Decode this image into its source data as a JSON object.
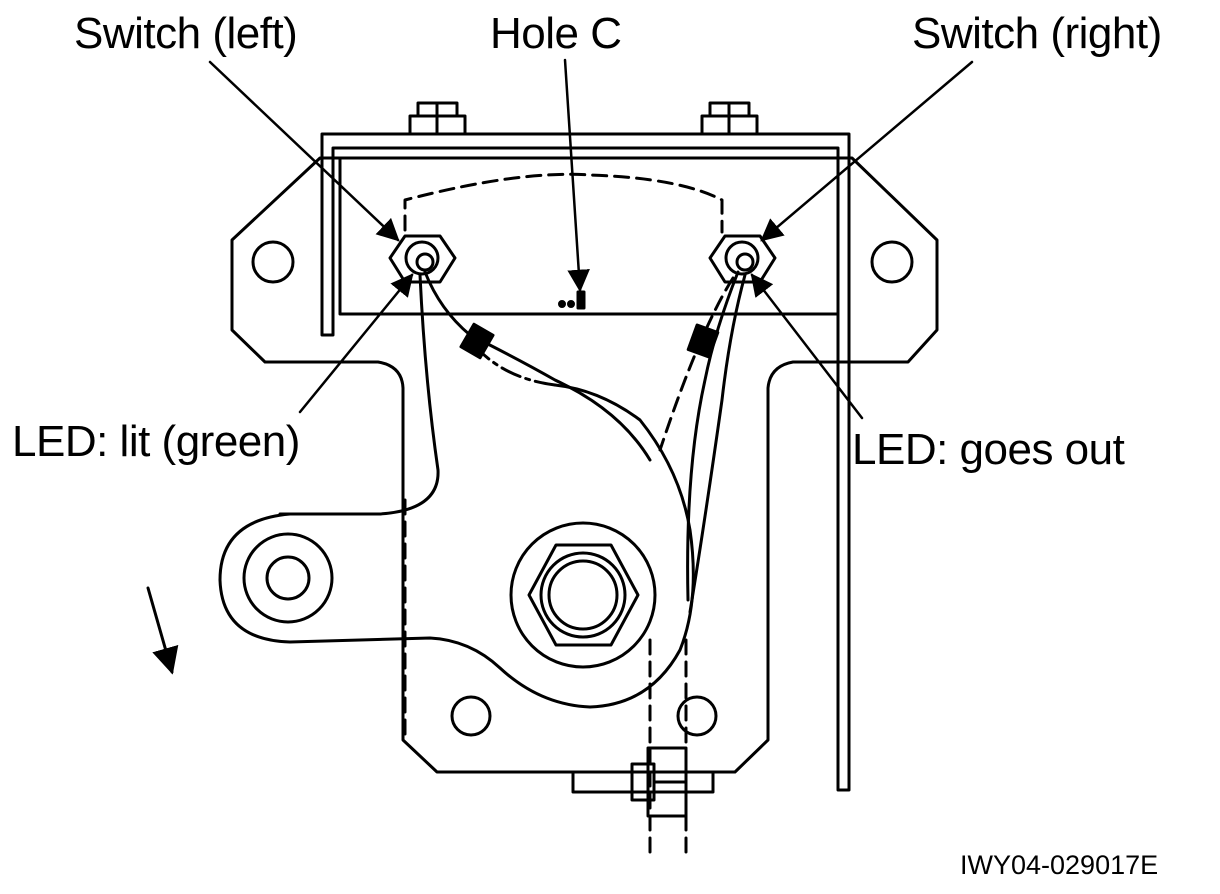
{
  "labels": {
    "switch_left": "Switch (left)",
    "hole_c": "Hole C",
    "switch_right": "Switch (right)",
    "led_left": "LED: lit (green)",
    "led_right": "LED: goes out"
  },
  "figure_code": "IWY04-029017E",
  "colors": {
    "ink": "#000000",
    "paper": "#ffffff"
  }
}
